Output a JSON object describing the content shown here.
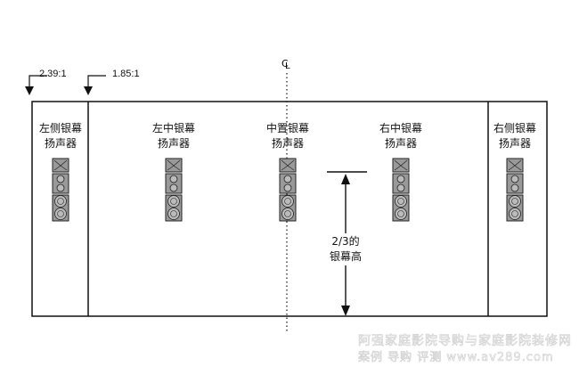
{
  "ratios": {
    "wide": "2.39:1",
    "flat": "1.85:1"
  },
  "centerline": "CL",
  "speakers": [
    {
      "line1": "左侧银幕",
      "line2": "扬声器"
    },
    {
      "line1": "左中银幕",
      "line2": "扬声器"
    },
    {
      "line1": "中置银幕",
      "line2": "扬声器"
    },
    {
      "line1": "右中银幕",
      "line2": "扬声器"
    },
    {
      "line1": "右侧银幕",
      "line2": "扬声器"
    }
  ],
  "height_note": {
    "line1": "2/3的",
    "line2": "银幕高"
  },
  "watermark": {
    "line1": "阿强家庭影院导购与家庭影院装修网",
    "line2": "案例 导购 评测  www.av289.com"
  }
}
